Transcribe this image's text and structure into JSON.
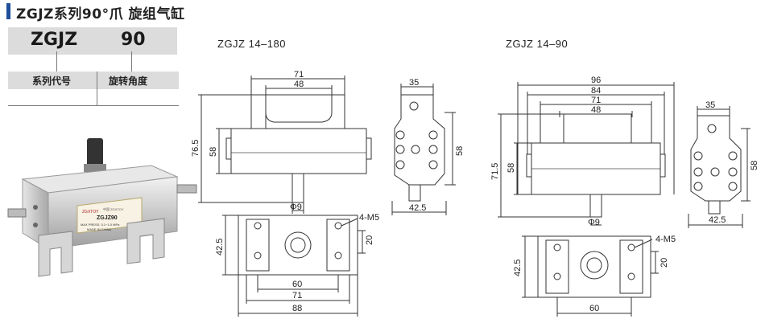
{
  "title": "ZGJZ系列90°爪 旋组气缸",
  "code_table": {
    "series_code": "ZGJZ",
    "angle_code": "90",
    "col1_header": "系列代号",
    "col2_header": "旋转角度"
  },
  "product_label": {
    "brand": "ZGXTOY",
    "brand_right": "中国 ZGXTOY",
    "model": "ZGJZ90",
    "spec": "MAX PRESS. 0.1~1.0 MPa",
    "origin": "MADE IN CHINA"
  },
  "views": [
    {
      "title": "ZGJZ 14–180",
      "front": {
        "d_71": "71",
        "d_48": "48",
        "d_76_5": "76.5",
        "d_58": "58",
        "d_phi9": "Φ9"
      },
      "side": {
        "d_35": "35",
        "d_58": "58",
        "d_42_5": "42.5"
      },
      "bottom": {
        "d_4m5": "4-M5",
        "d_20": "20",
        "d_42_5": "42.5",
        "d_60": "60",
        "d_71": "71",
        "d_88": "88"
      }
    },
    {
      "title": "ZGJZ 14–90",
      "front": {
        "d_96": "96",
        "d_84": "84",
        "d_71": "71",
        "d_48": "48",
        "d_71_5": "71.5",
        "d_58": "58",
        "d_phi9": "Φ9"
      },
      "side": {
        "d_35": "35",
        "d_58": "58",
        "d_42_5": "42.5"
      },
      "bottom": {
        "d_4m5": "4-M5",
        "d_20": "20",
        "d_42_5": "42.5",
        "d_60": "60"
      }
    }
  ]
}
